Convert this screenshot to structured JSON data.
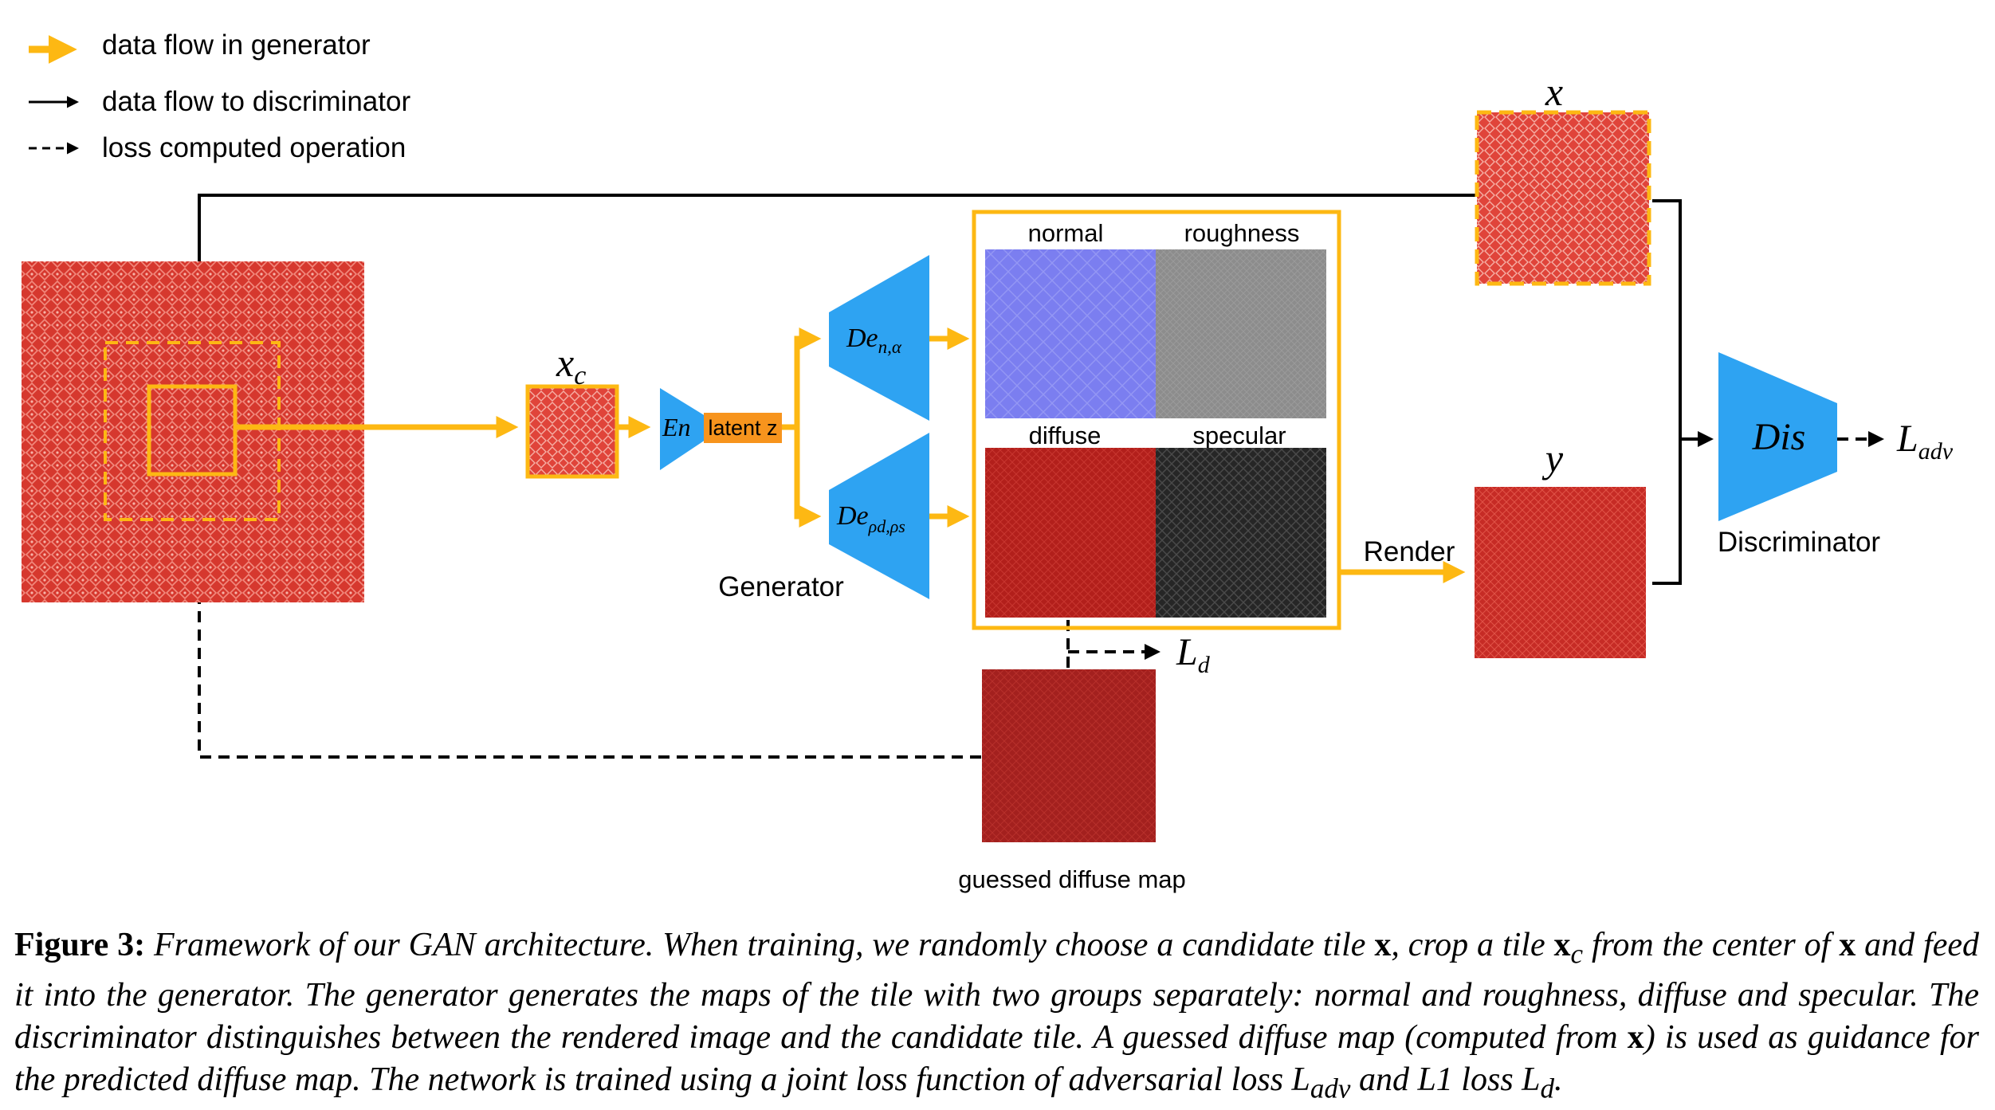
{
  "legend": {
    "generator_flow": "data flow in generator",
    "discriminator_flow": "data flow to discriminator",
    "loss_op": "loss computed operation"
  },
  "labels": {
    "x_top": "x",
    "xc_main": "x",
    "xc_sub": "c",
    "y": "y",
    "encoder": "En",
    "latent": "latent z",
    "dec1_main": "De",
    "dec1_sub": "n,α",
    "dec2_main": "De",
    "dec2_sub": "ρd,ρs",
    "generator": "Generator",
    "normal": "normal",
    "roughness": "roughness",
    "diffuse": "diffuse",
    "specular": "specular",
    "render": "Render",
    "dis": "Dis",
    "discriminator": "Discriminator",
    "ladv_main": "L",
    "ladv_sub": "adv",
    "ld_main": "L",
    "ld_sub": "d",
    "guessed": "guessed diffuse map"
  },
  "caption": {
    "figure_label": "Figure 3:",
    "p1": " Framework of our GAN architecture. When training, we randomly choose a candidate tile ",
    "x1": "x",
    "p2": ", crop a tile ",
    "xc": "x",
    "xc_sub": "c",
    "p3": " from the center of ",
    "x2": "x",
    "p4": " and feed it into the generator. The generator generates the maps of the tile with two groups separately: normal and roughness, diffuse and specular. The discriminator distinguishes between the rendered image and the candidate tile. A guessed diffuse map (computed from ",
    "x3": "x",
    "p5": ") is used as guidance for the predicted diffuse map. The network is trained using a joint loss function of adversarial loss L",
    "ladv_sub": "adv",
    "p6": " and L1 loss L",
    "ld_sub": "d",
    "p7": "."
  },
  "colors": {
    "generator_flow": "#FDB813",
    "encoder_decoder": "#2EA3F2",
    "latent": "#F7941D",
    "fabric_red": "#D6382E",
    "normal_map": "#7B7EF0",
    "roughness_map": "#8C8C8C",
    "diffuse_map": "#B3201C",
    "specular_map": "#2A2A2A",
    "guessed_map": "#A3201E"
  }
}
